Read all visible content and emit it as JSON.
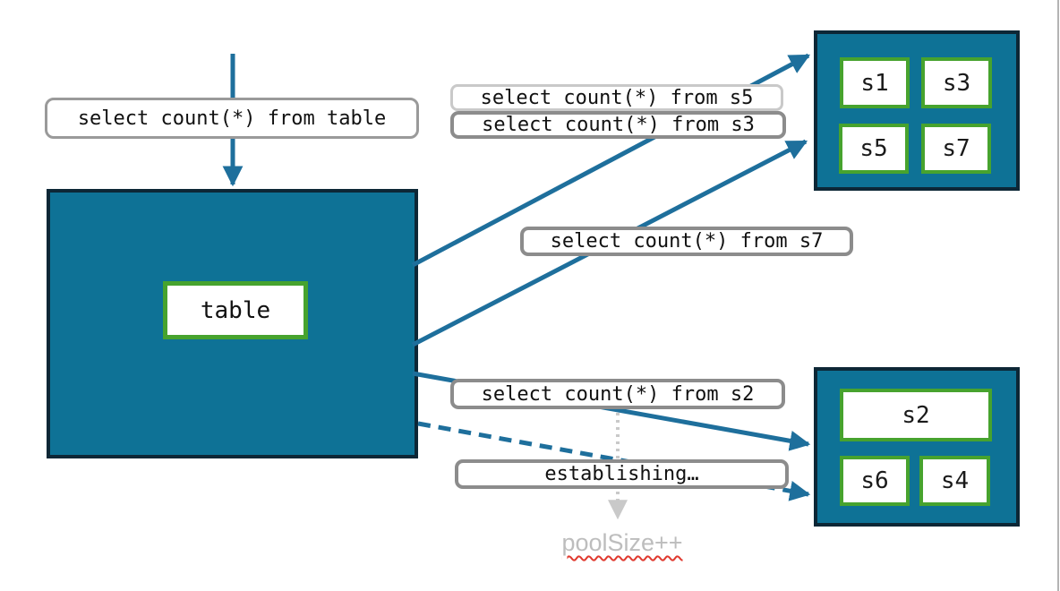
{
  "diagram": {
    "table_box": {
      "label": "table"
    },
    "queries": {
      "table": "select count(*) from table",
      "s5": "select count(*) from s5",
      "s3": "select count(*) from s3",
      "s7": "select count(*) from s7",
      "s2": "select count(*) from s2",
      "establishing": "establishing…",
      "pool_size": "poolSize++"
    },
    "shard_groups": {
      "top": [
        "s1",
        "s3",
        "s5",
        "s7"
      ],
      "bottom": [
        "s2",
        "s6",
        "s4"
      ]
    },
    "colors": {
      "node_fill": "#0e7296",
      "node_border": "#0d2736",
      "shard_border": "#47a32e",
      "arrow": "#1e6f9c",
      "label_border": "#8c8c8c",
      "label_border_light": "#c9c9c9",
      "muted_text": "#bdbdbd",
      "muted_arrow": "#c9c9c9",
      "spellcheck_underline": "#e0392e"
    }
  }
}
